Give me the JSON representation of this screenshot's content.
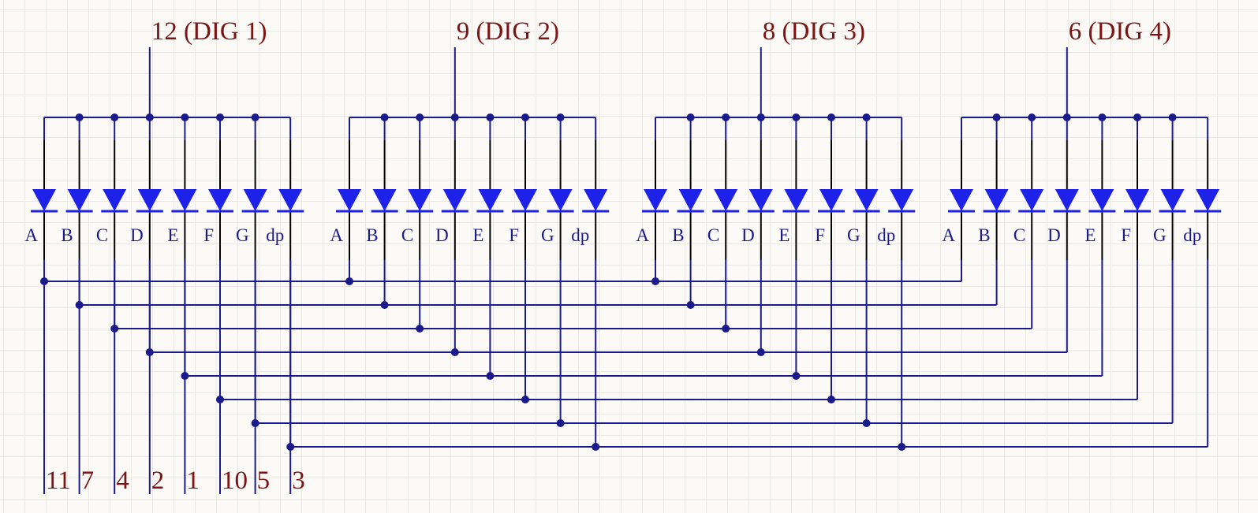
{
  "digits": [
    {
      "label": "12 (DIG 1)",
      "segments": [
        "A",
        "B",
        "C",
        "D",
        "E",
        "F",
        "G",
        "dp"
      ]
    },
    {
      "label": "9 (DIG 2)",
      "segments": [
        "A",
        "B",
        "C",
        "D",
        "E",
        "F",
        "G",
        "dp"
      ]
    },
    {
      "label": "8 (DIG 3)",
      "segments": [
        "A",
        "B",
        "C",
        "D",
        "E",
        "F",
        "G",
        "dp"
      ]
    },
    {
      "label": "6 (DIG 4)",
      "segments": [
        "A",
        "B",
        "C",
        "D",
        "E",
        "F",
        "G",
        "dp"
      ]
    }
  ],
  "segment_pins": [
    {
      "segment": "A",
      "pin": "11"
    },
    {
      "segment": "B",
      "pin": "7"
    },
    {
      "segment": "C",
      "pin": "4"
    },
    {
      "segment": "D",
      "pin": "2"
    },
    {
      "segment": "E",
      "pin": "1"
    },
    {
      "segment": "F",
      "pin": "10"
    },
    {
      "segment": "G",
      "pin": "5"
    },
    {
      "segment": "dp",
      "pin": "3"
    }
  ],
  "colors": {
    "wire": "#1a1a8c",
    "diode": "#1e22e8",
    "pin_label": "#7b1414",
    "background": "#fbfaf6",
    "grid": "#ebe9e2"
  }
}
